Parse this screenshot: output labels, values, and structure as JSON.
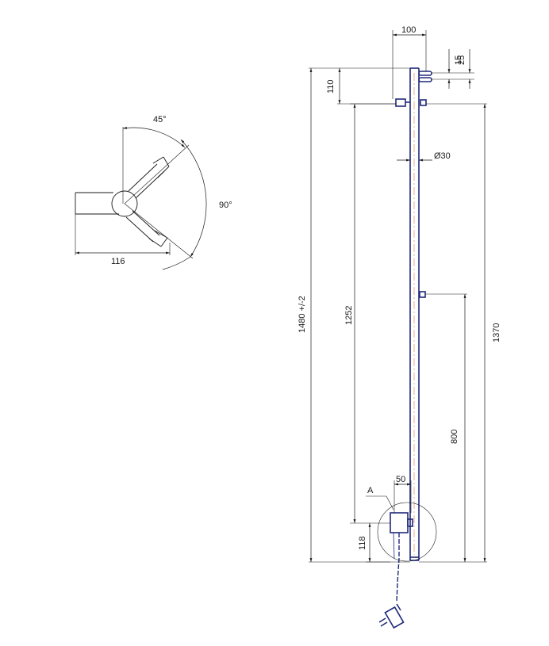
{
  "colors": {
    "rail": "#1f2a7a",
    "center_line": "#e07840",
    "ink": "#1a1a1a"
  },
  "top_view": {
    "angle_small": "45°",
    "angle_large": "90°",
    "width": "116"
  },
  "front_view": {
    "top_width": "100",
    "offset_a": "15",
    "offset_b": "25",
    "top_height": "110",
    "diameter": "Ø30",
    "total_height": "1480  +/-2",
    "inner_height": "1252",
    "right_height": "1370",
    "mid_height": "800",
    "box_width": "50",
    "detail_label": "A",
    "bottom_height": "118"
  }
}
